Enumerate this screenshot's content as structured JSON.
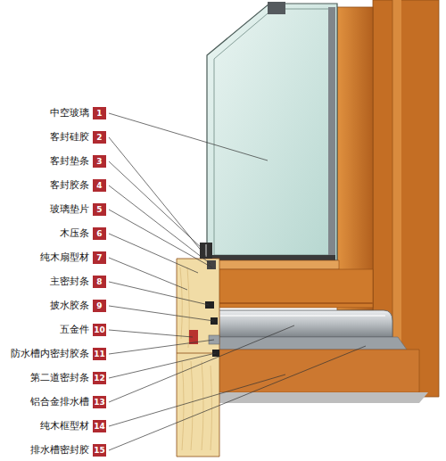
{
  "diagram": {
    "labels": [
      "中空玻璃",
      "1",
      "客封硅胶",
      "2",
      "客封垫条",
      "3",
      "客封胶条",
      "4",
      "玻璃垫片",
      "5",
      "木压条",
      "6",
      "纯木扇型材",
      "7",
      "主密封条",
      "8",
      "披水胶条",
      "9",
      "五金件",
      "10",
      "防水槽内密封胶条",
      "11",
      "第二道密封条",
      "12",
      "铝合金排水槽",
      "13",
      "纯木框型材",
      "14",
      "排水槽密封胶",
      "15"
    ]
  }
}
